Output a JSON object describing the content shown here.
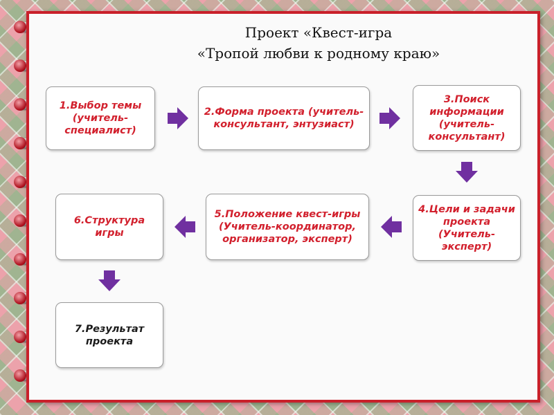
{
  "title": {
    "line1": "Проект «Квест-игра",
    "line2": "«Тропой любви к родному краю»"
  },
  "boxes": [
    {
      "num": "1.",
      "text": "Выбор темы (учитель-специалист)"
    },
    {
      "num": "2.",
      "text": "Форма проекта (учитель-консультант, энтузиаст)"
    },
    {
      "num": "3.",
      "text": "Поиск информации (учитель-консультант)"
    },
    {
      "num": "4.",
      "text": "Цели и задачи проекта (Учитель-эксперт)"
    },
    {
      "num": "5.",
      "text": "Положение квест-игры (Учитель-координатор, организатор, эксперт)"
    },
    {
      "num": "6.",
      "text": "Структура игры"
    },
    {
      "num": "7.",
      "text": "Результат проекта"
    }
  ],
  "colors": {
    "frame": "#c9202a",
    "box_text": "#d2202d",
    "arrow": "#7030a0"
  },
  "icons": {
    "arrow_right": "arrow-right-icon",
    "arrow_left": "arrow-left-icon",
    "arrow_down": "arrow-down-icon"
  }
}
